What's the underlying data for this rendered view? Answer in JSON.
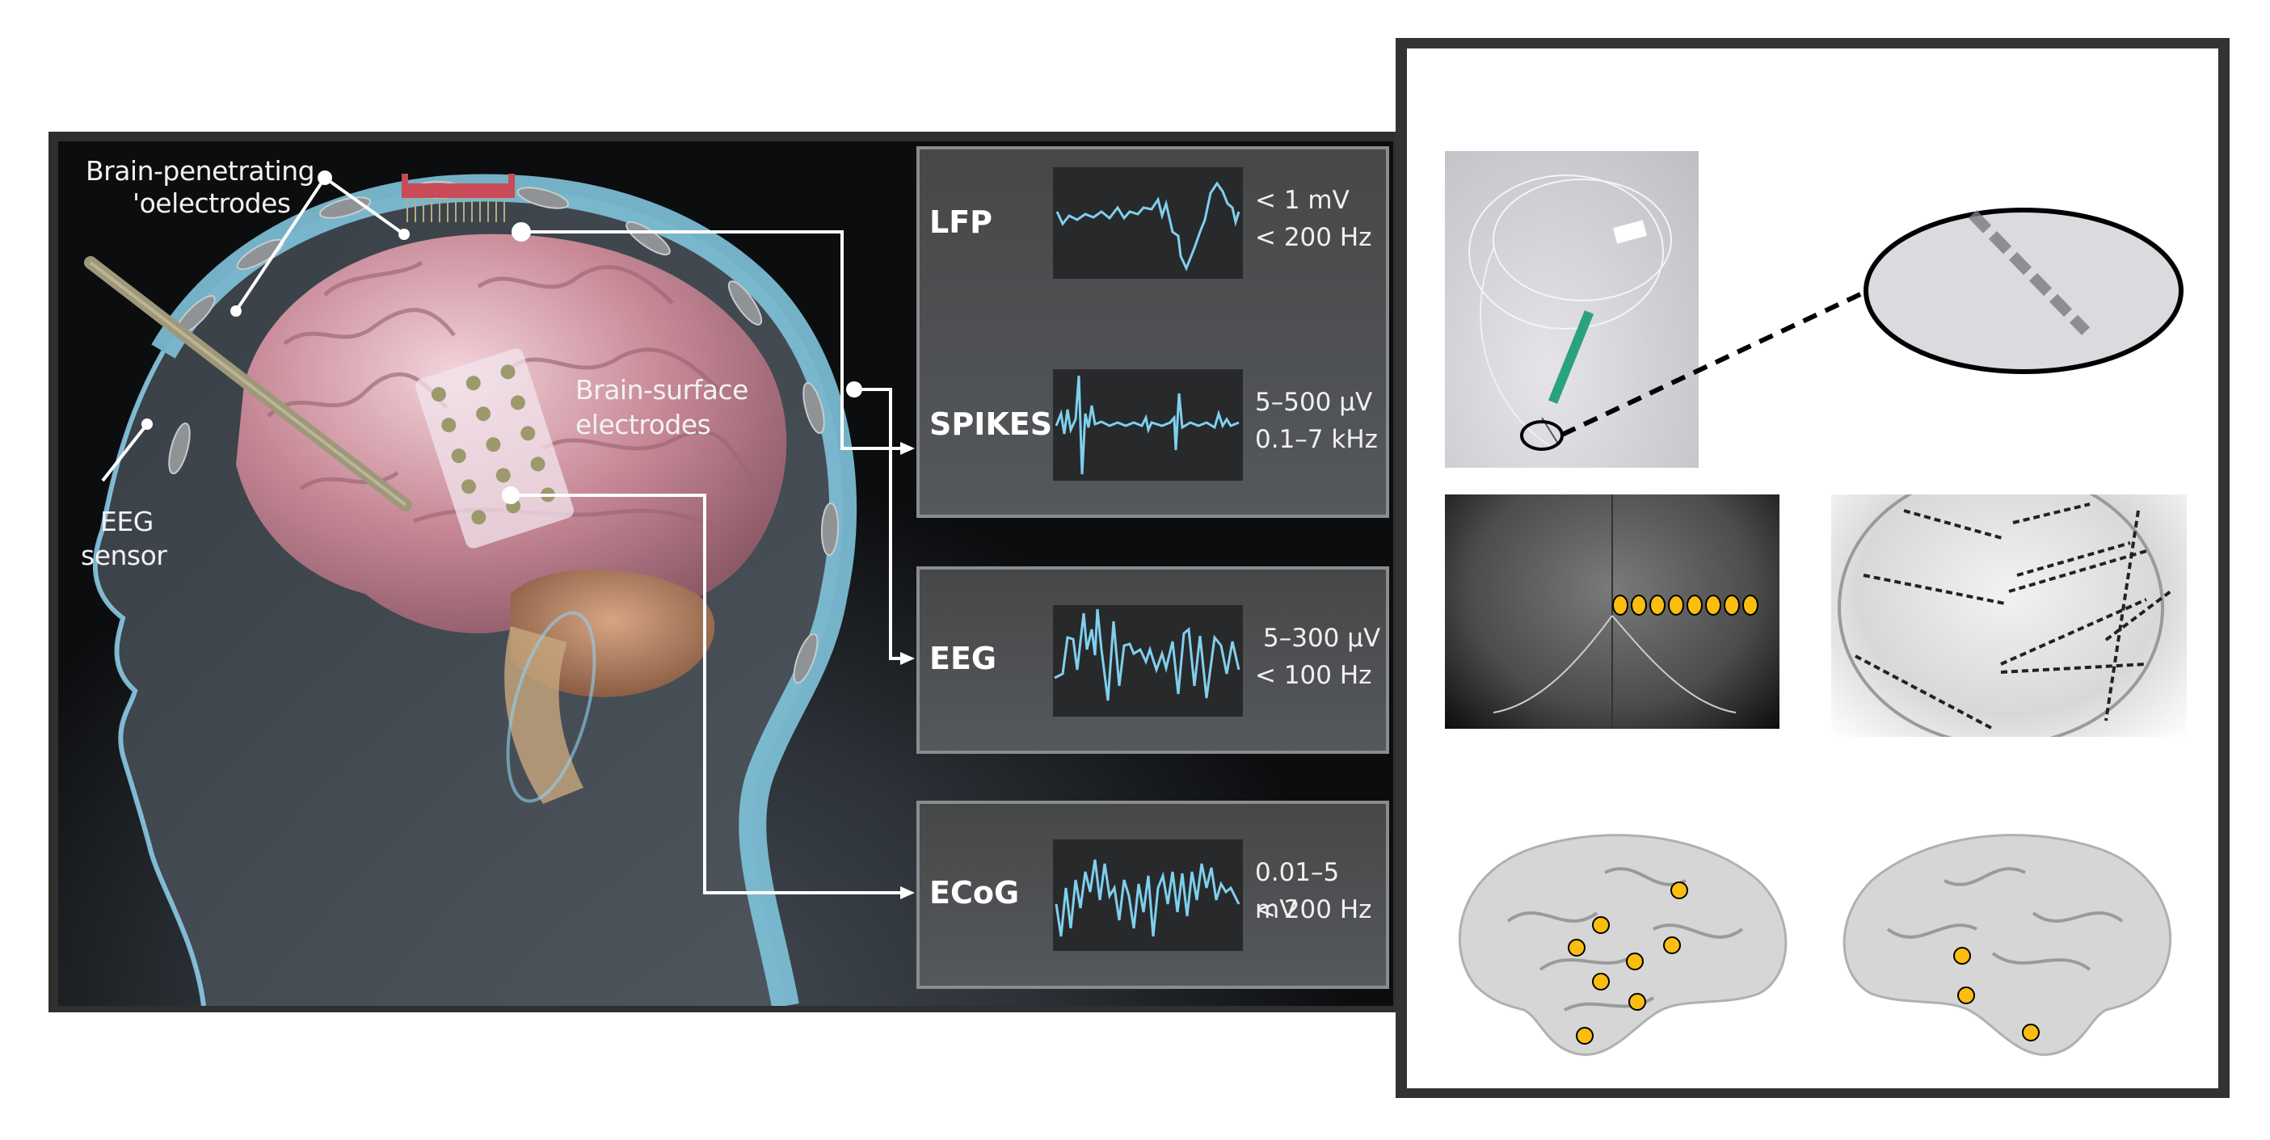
{
  "left_panel": {
    "labels": {
      "penetrating_line1": "Brain-penetrating",
      "penetrating_line2": "'oelectrodes",
      "surface_line1": "Brain-surface",
      "surface_line2": "electrodes",
      "eeg_line1": "EEG",
      "eeg_line2": "sensor"
    },
    "colors": {
      "scalp": "#7fc3dc",
      "brain": "#c98a97",
      "array": "#c84b57",
      "waveform": "#7fd0ee",
      "box_border": "#8a8c8e"
    }
  },
  "signals": [
    {
      "name": "LFP",
      "amplitude": "< 1 mV",
      "frequency": "< 200 Hz"
    },
    {
      "name": "SPIKES",
      "amplitude": "5–500 µV",
      "frequency": "0.1–7 kHz"
    },
    {
      "name": "EEG",
      "amplitude": "5–300 µV",
      "frequency": "< 100 Hz"
    },
    {
      "name": "ECoG",
      "amplitude": "0.01–5 mV",
      "frequency": "< 200 Hz"
    }
  ],
  "right_panel": {
    "depth_electrode_photo": "depth-electrode-photo",
    "magnified_tip": "magnified-electrode-contacts",
    "mri_contacts_count": 8,
    "xray": "skull-xray-with-electrodes",
    "left_brain_contacts": 8,
    "right_brain_contacts": 3,
    "dot_color": "#fbbd10"
  }
}
